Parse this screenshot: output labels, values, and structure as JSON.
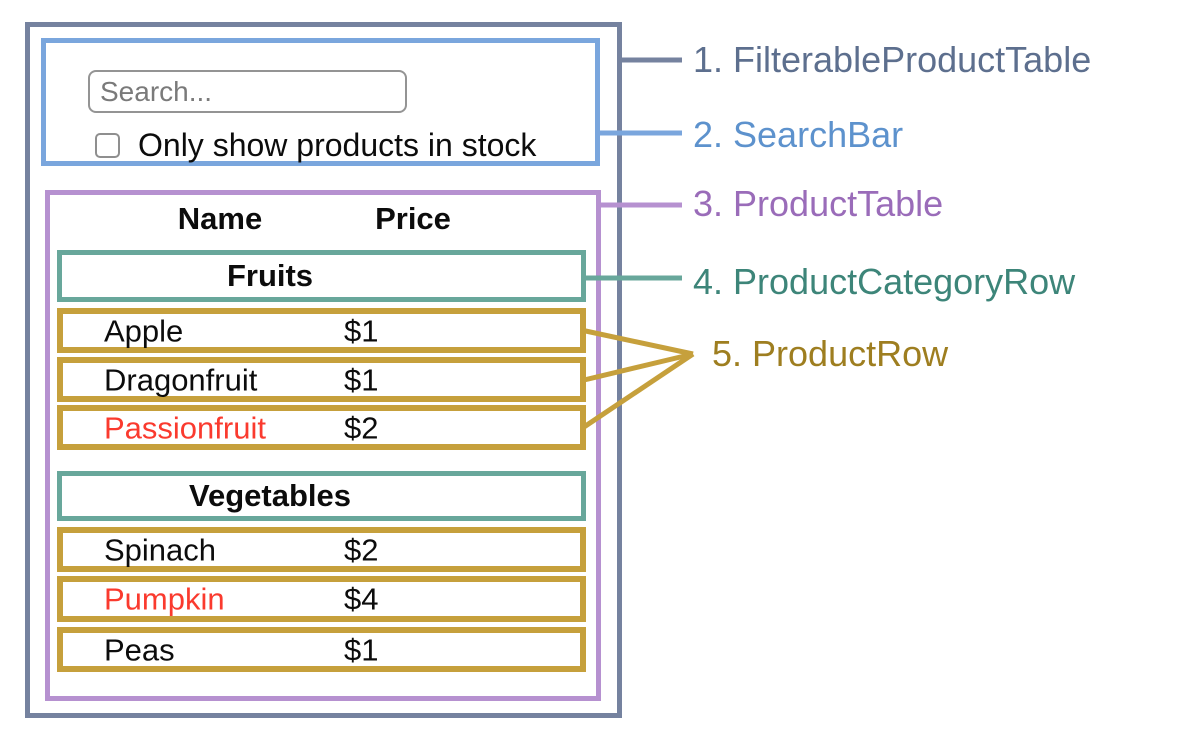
{
  "search_bar": {
    "placeholder": "Search...",
    "checkbox_checked": false,
    "checkbox_label": "Only show products in stock"
  },
  "table": {
    "columns": [
      "Name",
      "Price"
    ],
    "sections": [
      {
        "category": "Fruits",
        "rows": [
          {
            "name": "Apple",
            "price": "$1",
            "name_color": "#0c0c0c"
          },
          {
            "name": "Dragonfruit",
            "price": "$1",
            "name_color": "#0c0c0c"
          },
          {
            "name": "Passionfruit",
            "price": "$2",
            "name_color": "#fa3a2e"
          }
        ]
      },
      {
        "category": "Vegetables",
        "rows": [
          {
            "name": "Spinach",
            "price": "$2",
            "name_color": "#0c0c0c"
          },
          {
            "name": "Pumpkin",
            "price": "$4",
            "name_color": "#fa3a2e"
          },
          {
            "name": "Peas",
            "price": "$1",
            "name_color": "#0c0c0c"
          }
        ]
      }
    ]
  },
  "legend": [
    {
      "label": "1. FilterableProductTable",
      "color": "#5d6f8e"
    },
    {
      "label": "2. SearchBar",
      "color": "#5d92cd"
    },
    {
      "label": "3. ProductTable",
      "color": "#9a6cb9"
    },
    {
      "label": "4. ProductCategoryRow",
      "color": "#3d8579"
    },
    {
      "label": "5. ProductRow",
      "color": "#9e7e20"
    }
  ],
  "colors": {
    "filterable_product_table_outline": "#75829f",
    "search_bar_outline": "#7aa6dd",
    "product_table_outline": "#b691d0",
    "product_category_row_outline": "#68a79b",
    "product_row_outline": "#c6a03c",
    "out_of_stock_text": "#fa3a2e"
  }
}
